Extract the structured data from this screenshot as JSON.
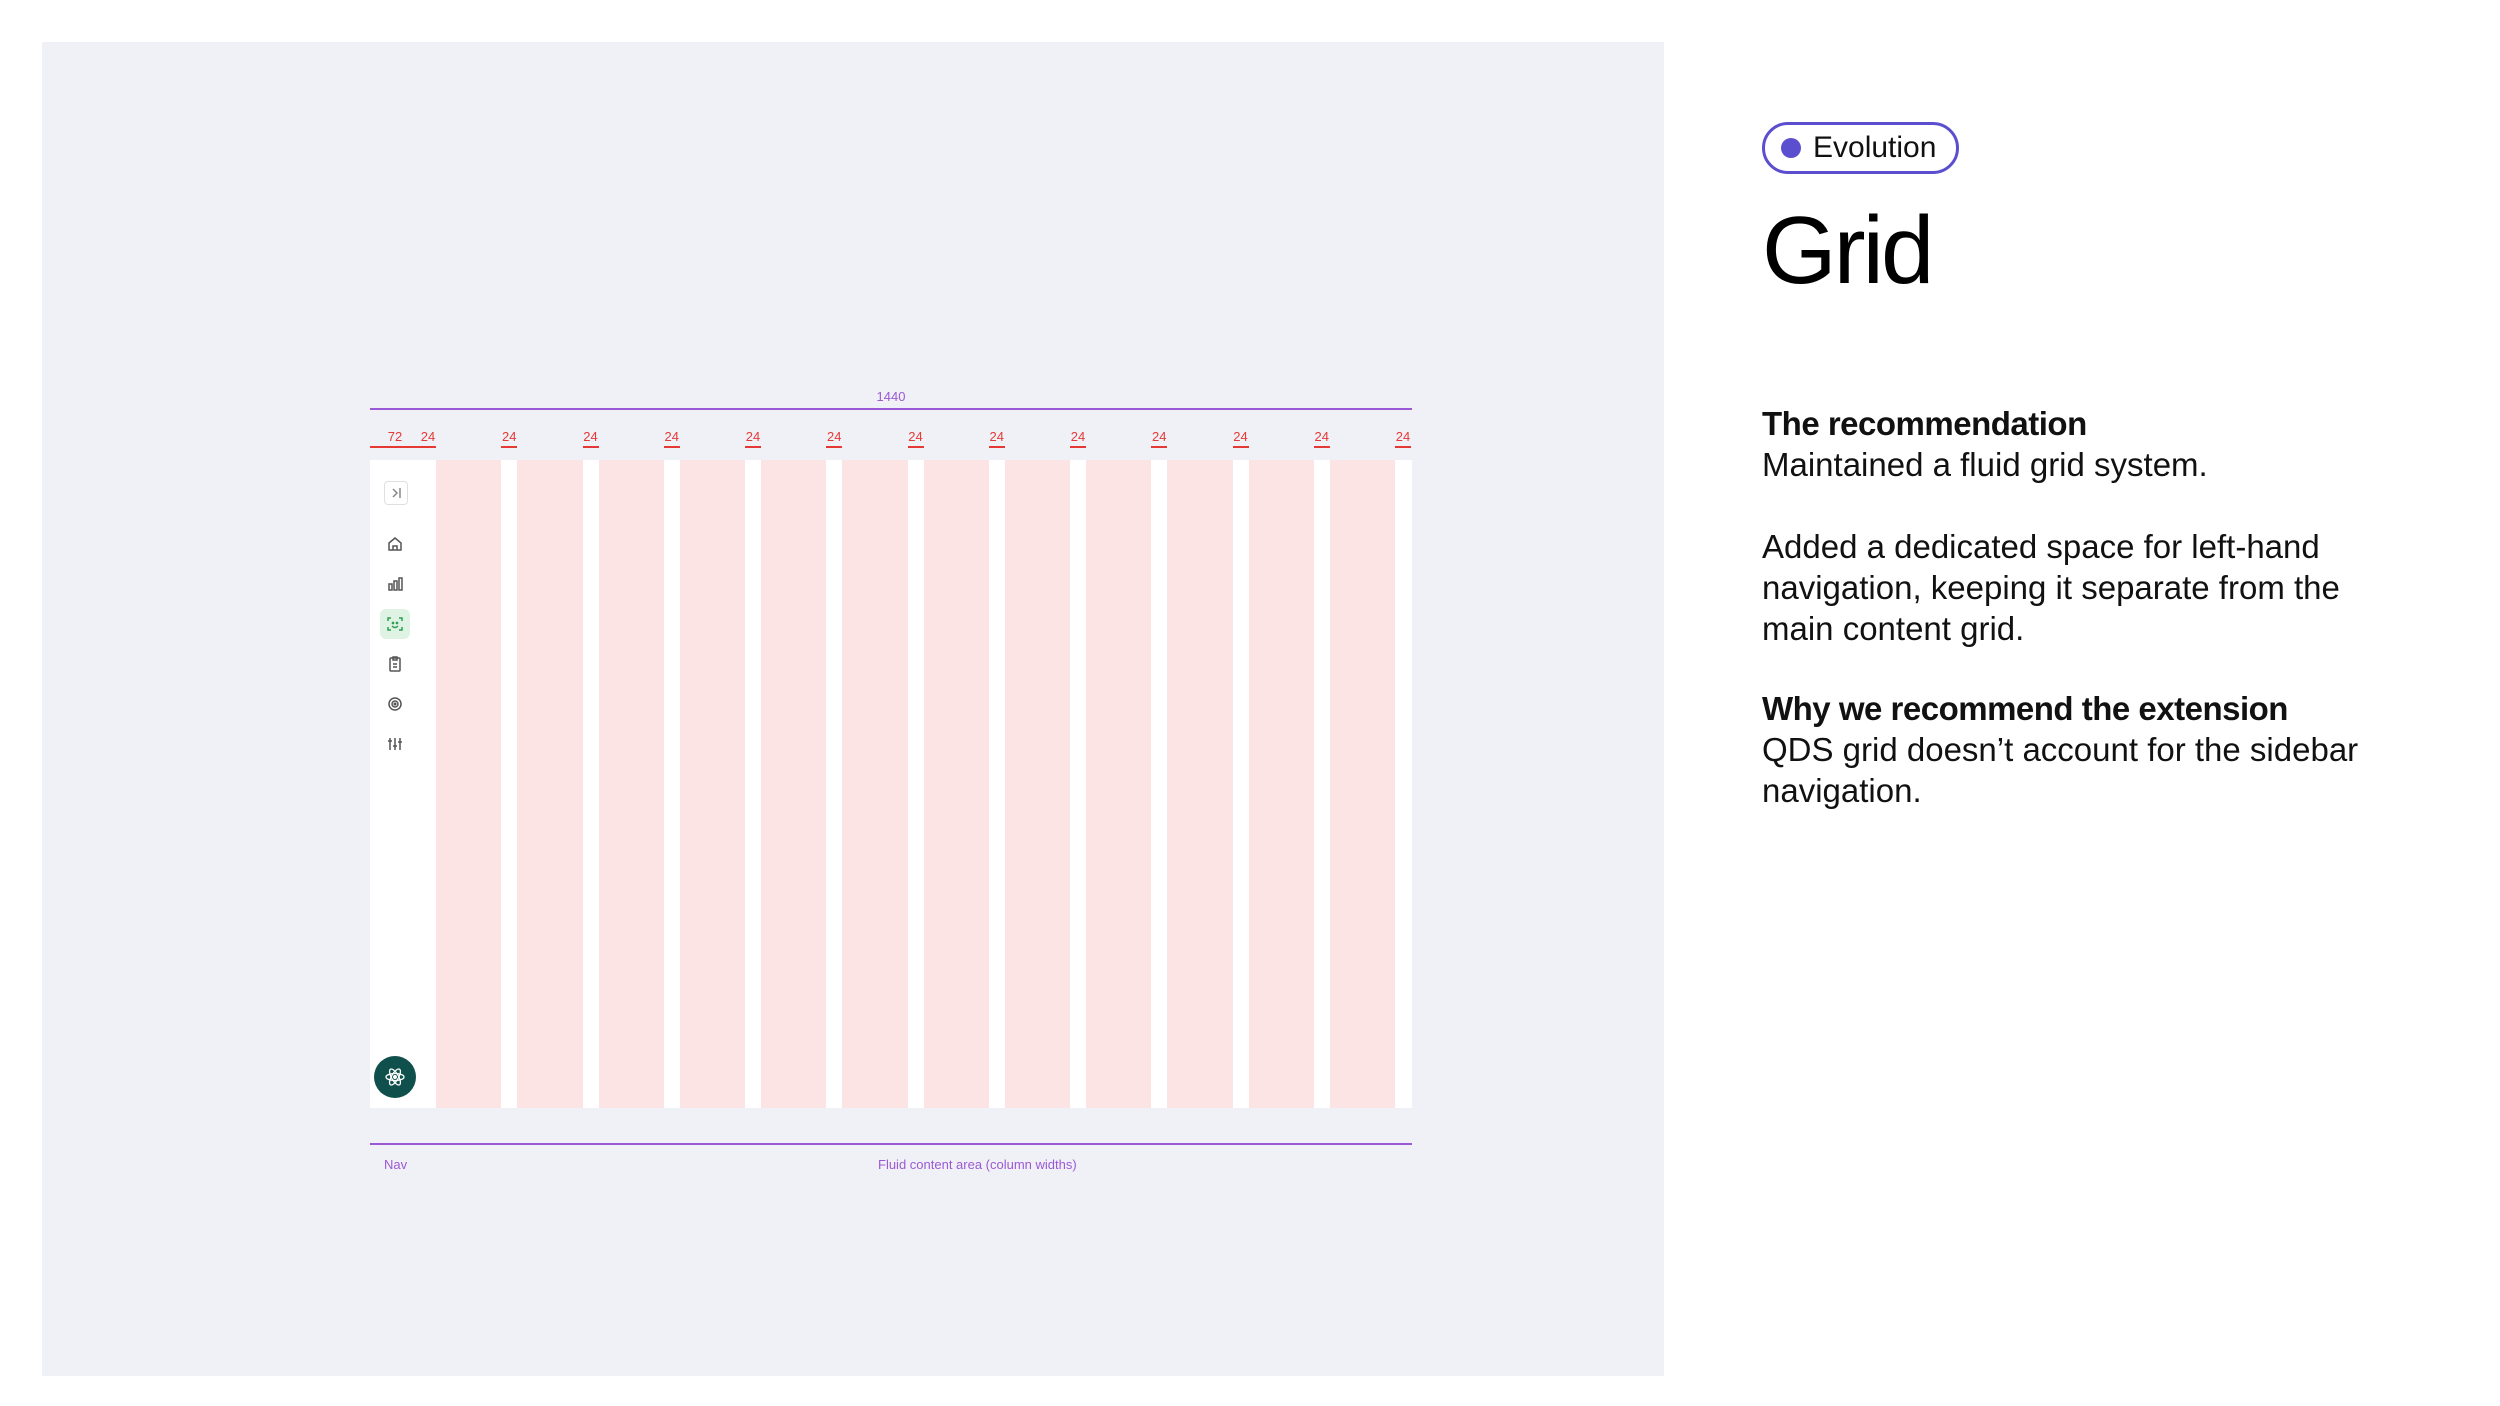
{
  "slide": {
    "badge_label": "Evolution",
    "title": "Grid",
    "section1_heading": "The recommendation",
    "section1_line": "Maintained a fluid grid system.",
    "section2_text": "Added a dedicated space for left-hand navigation, keeping it separate from the main content grid.",
    "section3_heading": "Why we recommend the extension",
    "section3_text": "QDS grid doesn’t account for the sidebar navigation."
  },
  "diagram": {
    "total_width_label": "1440",
    "nav_width_label": "72",
    "gutter_labels": [
      "24",
      "24",
      "24",
      "24",
      "24",
      "24",
      "24",
      "24",
      "24",
      "24",
      "24",
      "24",
      "24"
    ],
    "column_count": 12,
    "nav_label": "Nav",
    "fluid_label": "Fluid content area (column widths)",
    "nav_icons": [
      "collapse-icon",
      "home-icon",
      "chart-icon",
      "scan-face-icon",
      "clipboard-icon",
      "target-icon",
      "sliders-icon"
    ],
    "active_icon": "scan-face-icon",
    "avatar_icon": "atom-icon"
  },
  "colors": {
    "accent": "#5b4fd0",
    "dimension": "#9b59d6",
    "gutter": "#e53935",
    "column": "#fde4e4",
    "panel": "#f0f1f6",
    "active_nav": "#dff3e4",
    "avatar": "#0f4f4c"
  }
}
